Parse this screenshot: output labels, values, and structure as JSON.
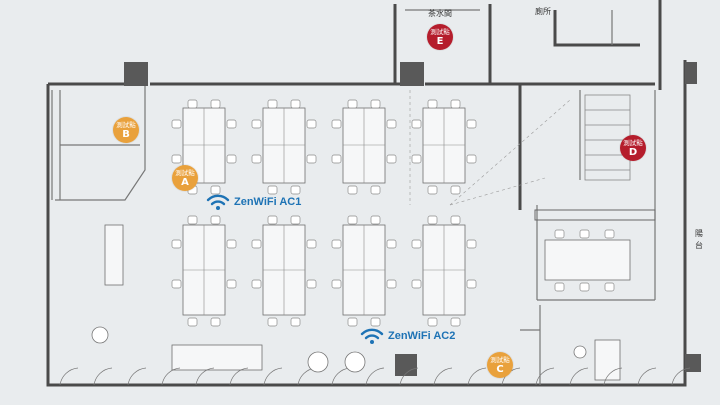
{
  "rooms": {
    "pantry": "茶水間",
    "restroom": "廁所",
    "balcony": "陽台"
  },
  "test_points": [
    {
      "text": "測試點",
      "letter": "A",
      "color": "#e9a13c"
    },
    {
      "text": "測試點",
      "letter": "B",
      "color": "#e9a13c"
    },
    {
      "text": "測試點",
      "letter": "C",
      "color": "#e9a13c"
    },
    {
      "text": "測試點",
      "letter": "D",
      "color": "#b51d2c"
    },
    {
      "text": "測試點",
      "letter": "E",
      "color": "#b51d2c"
    }
  ],
  "routers": [
    {
      "name": "ZenWiFi AC1",
      "icon": "wifi-icon"
    },
    {
      "name": "ZenWiFi AC2",
      "icon": "wifi-icon"
    }
  ],
  "colors": {
    "wifi": "#1e73b5",
    "wall": "#4a4a4a",
    "floor": "#e9ecee"
  }
}
